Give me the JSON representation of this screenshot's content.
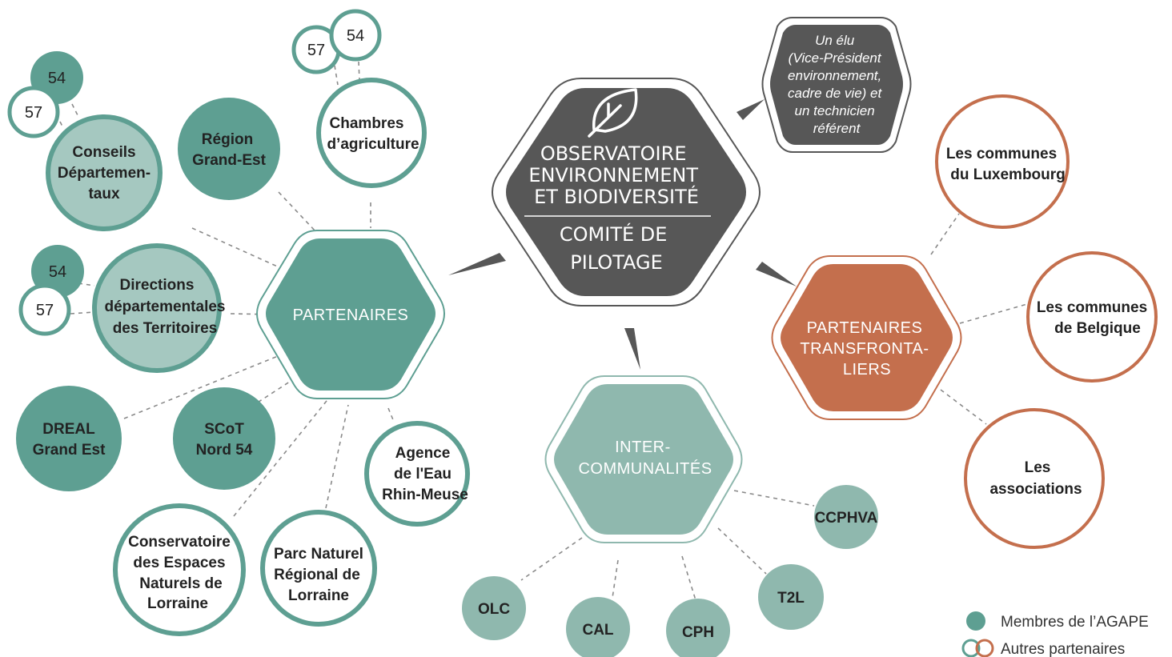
{
  "colors": {
    "teal": "#5e9f92",
    "teal_light": "#a5c8c0",
    "teal_mid": "#8fb8ae",
    "orange": "#c46f4d",
    "dark": "#575757",
    "line": "#8a8a8a"
  },
  "center": {
    "icon": "leaf-icon",
    "title_lines": [
      "OBSERVATOIRE",
      "ENVIRONNEMENT",
      "ET BIODIVERSITÉ"
    ],
    "subtitle_lines": [
      "COMITÉ DE",
      "PILOTAGE"
    ]
  },
  "elu": {
    "lines": [
      "Un élu",
      "(Vice-Président",
      "environnement,",
      "cadre de vie) et",
      "un technicien",
      "référent"
    ]
  },
  "hubs": {
    "partenaires": {
      "lines": [
        "PARTENAIRES"
      ]
    },
    "transfrontaliers": {
      "lines": [
        "PARTENAIRES",
        "TRANSFRONTA-",
        "LIERS"
      ]
    },
    "intercommunalites": {
      "lines": [
        "INTER-",
        "COMMUNALITÉS"
      ]
    }
  },
  "nodes": {
    "chambres": {
      "lines": [
        "Chambres",
        "d’agriculture"
      ]
    },
    "region": {
      "lines": [
        "Région",
        "Grand-Est"
      ]
    },
    "conseils": {
      "lines": [
        "Conseils",
        "Départemen-",
        "taux"
      ]
    },
    "directions": {
      "lines": [
        "Directions",
        "départementales",
        "des Territoires"
      ]
    },
    "dreal": {
      "lines": [
        "DREAL",
        "Grand Est"
      ]
    },
    "scot": {
      "lines": [
        "SCoT",
        "Nord 54"
      ]
    },
    "agence": {
      "lines": [
        "Agence",
        "de l'Eau",
        "Rhin-Meuse"
      ]
    },
    "conservatoire": {
      "lines": [
        "Conservatoire",
        "des Espaces",
        "Naturels de",
        "Lorraine"
      ]
    },
    "parc": {
      "lines": [
        "Parc Naturel",
        "Régional de",
        "Lorraine"
      ]
    },
    "luxembourg": {
      "lines": [
        "Les communes",
        "du Luxembourg"
      ]
    },
    "belgique": {
      "lines": [
        "Les communes",
        "de Belgique"
      ]
    },
    "associations": {
      "lines": [
        "Les",
        "associations"
      ]
    },
    "ccphva": {
      "lines": [
        "CCPHVA"
      ]
    },
    "t2l": {
      "lines": [
        "T2L"
      ]
    },
    "cph": {
      "lines": [
        "CPH"
      ]
    },
    "cal": {
      "lines": [
        "CAL"
      ]
    },
    "olc": {
      "lines": [
        "OLC"
      ]
    }
  },
  "badges": {
    "n54": "54",
    "n57": "57"
  },
  "legend": {
    "members": "Membres de l’AGAPE",
    "others": "Autres partenaires"
  }
}
